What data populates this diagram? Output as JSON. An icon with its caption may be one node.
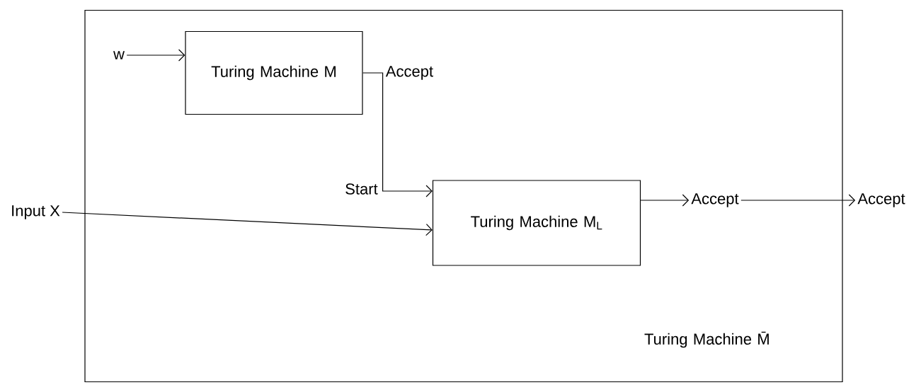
{
  "diagram": {
    "nodes": [
      {
        "text": [
          "Turing Machine M̄"
        ]
      },
      {
        "text": [
          "Turing Machine M"
        ],
        "in": 0
      },
      {
        "text": [
          "Turing Machine M$_{L}$"
        ],
        "in": 0
      },
      {
        "text": [
          "w"
        ],
        "in": 0
      },
      {
        "text": [
          "Input X"
        ]
      },
      {
        "text": [
          "Accept"
        ],
        "in": 0
      },
      {
        "text": [
          "Accept"
        ]
      }
    ],
    "edges": [
      {
        "from": 3,
        "to": 1,
        "arrow": "to"
      },
      {
        "from": 1,
        "to": 2,
        "arrow": "to",
        "label": "Accept"
      },
      {
        "from": 4,
        "to": 2,
        "arrow": "to"
      },
      {
        "from": 2,
        "to": 5,
        "arrow": "to"
      },
      {
        "from": 5,
        "to": 6,
        "arrow": "to"
      }
    ],
    "labels": [
      "Start"
    ]
  }
}
